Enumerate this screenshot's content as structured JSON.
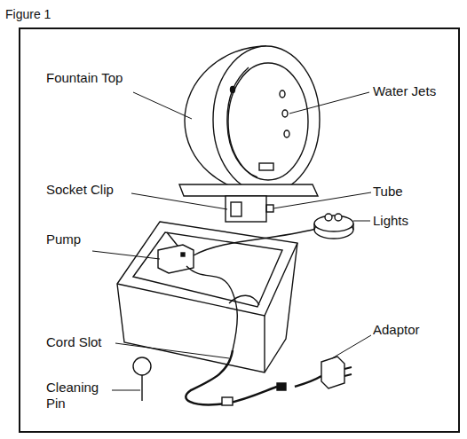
{
  "diagram": {
    "title": "Figure 1",
    "labels": [
      "Fountain Top",
      "Water Jets",
      "Socket Clip",
      "Tube",
      "Lights",
      "Pump",
      "Cord Slot",
      "Adaptor",
      "Cleaning Pin"
    ]
  }
}
